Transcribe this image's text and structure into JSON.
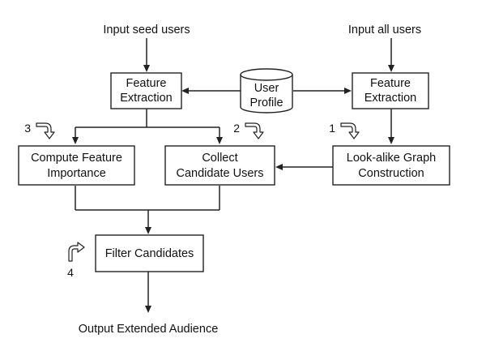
{
  "inputs": {
    "seed_users": "Input seed users",
    "all_users": "Input all users"
  },
  "nodes": {
    "feature_extraction_left": [
      "Feature",
      "Extraction"
    ],
    "user_profile": [
      "User",
      "Profile"
    ],
    "feature_extraction_right": [
      "Feature",
      "Extraction"
    ],
    "compute_feature_importance": [
      "Compute Feature",
      "Importance"
    ],
    "collect_candidate_users": [
      "Collect",
      "Candidate Users"
    ],
    "lookalike_graph_construction": [
      "Look-alike Graph",
      "Construction"
    ],
    "filter_candidates": "Filter Candidates"
  },
  "output": "Output Extended Audience",
  "step_numbers": {
    "step_1": "1",
    "step_2": "2",
    "step_3": "3",
    "step_4": "4"
  },
  "icons": {
    "step_marker": "bent-arrow-icon"
  }
}
